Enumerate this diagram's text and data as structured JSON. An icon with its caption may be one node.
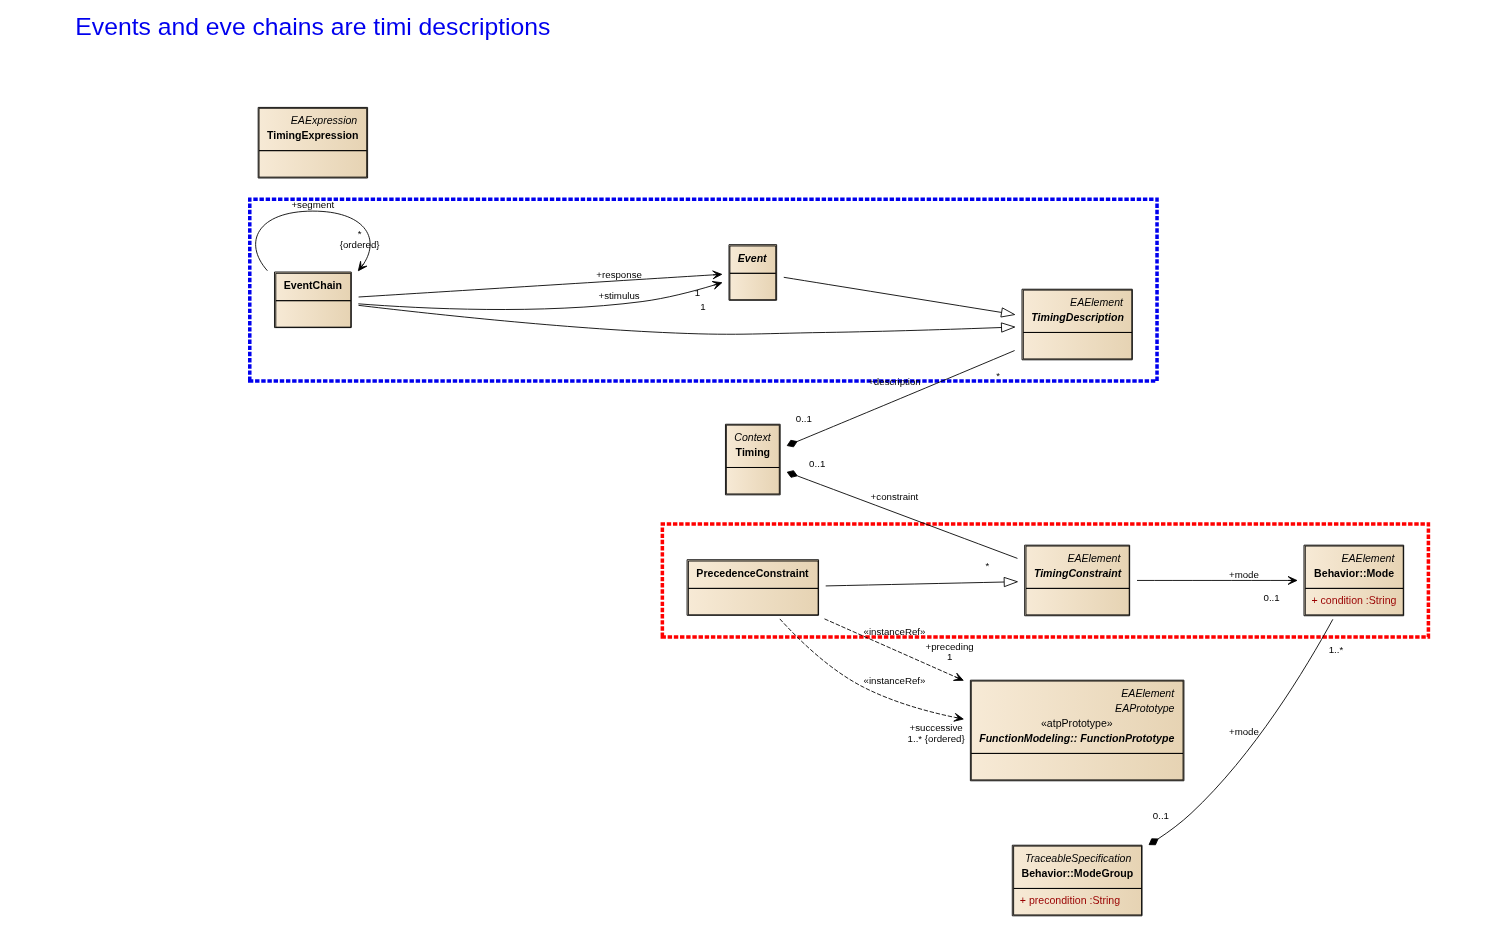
{
  "diagram": {
    "nodes": [
      {
        "text": [
          "Context",
          "Timing"
        ]
      },
      {
        "text": [],
        "shape": "box"
      },
      {
        "text": [
          "EAElement",
          "TimingDescription"
        ],
        "in": 1
      },
      {
        "text": [
          "EventChain"
        ],
        "in": 1
      },
      {
        "text": [
          "Event"
        ],
        "in": 1
      },
      {
        "text": [
          "TraceableSpecification",
          "Behavior::ModeGroup",
          "+ precondition :String"
        ]
      },
      {
        "text": [],
        "shape": "box"
      },
      {
        "text": [
          "EAElement",
          "TimingConstraint"
        ],
        "in": 6
      },
      {
        "text": [
          "EAElement",
          "Behavior::Mode",
          "+ condition :String"
        ],
        "in": 6
      },
      {
        "text": [
          "PrecedenceConstraint"
        ],
        "in": 6
      },
      {
        "text": [
          "EAExpression",
          "TimingExpression"
        ]
      },
      {
        "text": [
          "EAElement",
          "EAPrototype",
          "«atpPrototype»",
          "FunctionModeling:: FunctionPrototype"
        ]
      }
    ],
    "edges": [
      {
        "from": 0,
        "to": 2,
        "arrow": "other",
        "label": "+description"
      },
      {
        "from": 3,
        "to": 2,
        "arrow": "to"
      },
      {
        "from": 4,
        "to": 2,
        "arrow": "to"
      },
      {
        "from": 3,
        "to": 3,
        "arrow": "to",
        "label": "+segment"
      },
      {
        "from": 3,
        "to": 4,
        "arrow": "to",
        "label": "+stimulus"
      },
      {
        "from": 3,
        "to": 4,
        "arrow": "to",
        "label": "+response"
      },
      {
        "from": 5,
        "to": 8,
        "arrow": "other",
        "label": "+mode"
      },
      {
        "from": 0,
        "to": 7,
        "arrow": "other",
        "label": "+constraint"
      },
      {
        "from": 7,
        "to": 8,
        "arrow": "to",
        "label": "+mode"
      },
      {
        "from": 9,
        "to": 7,
        "arrow": "to"
      },
      {
        "from": 9,
        "to": 11,
        "arrow": "to",
        "style": "dashed",
        "label": "«instanceRef»"
      },
      {
        "from": 9,
        "to": 11,
        "arrow": "to",
        "style": "dashed",
        "label": "«instanceRef»"
      }
    ],
    "labels": [
      "*",
      "{ordered}",
      "Events and eve chains are timi descriptions",
      "0..1",
      "*",
      "1",
      "1",
      "0..1",
      "0..1",
      "*",
      "0..1",
      "1..*",
      "+preceding",
      "1",
      "+successive",
      "1..* {ordered}"
    ]
  }
}
